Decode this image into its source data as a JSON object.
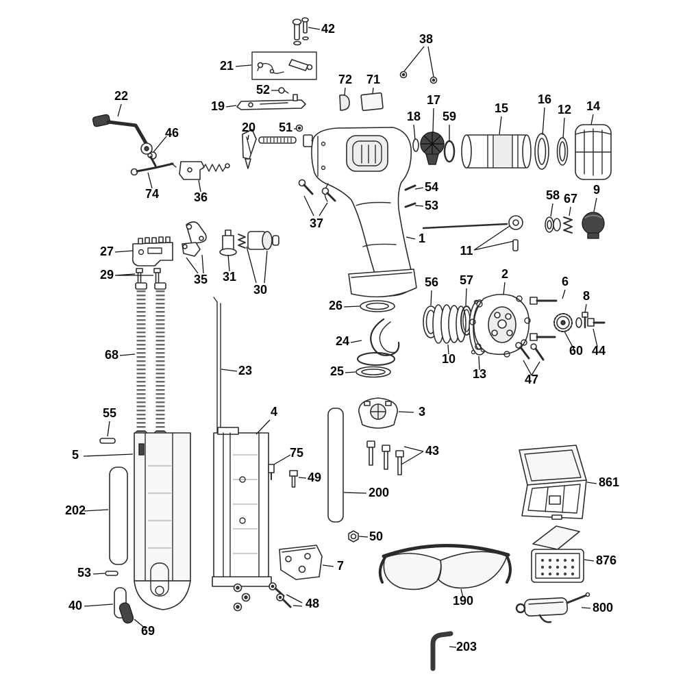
{
  "diagram": {
    "kind": "exploded-parts-diagram",
    "colors": {
      "background": "#ffffff",
      "line": "#2b2b2b",
      "dark_part": "#454545"
    }
  },
  "callouts": [
    {
      "label": "42"
    },
    {
      "label": "38"
    },
    {
      "label": "21"
    },
    {
      "label": "72"
    },
    {
      "label": "71"
    },
    {
      "label": "52"
    },
    {
      "label": "22"
    },
    {
      "label": "19"
    },
    {
      "label": "17"
    },
    {
      "label": "16"
    },
    {
      "label": "12"
    },
    {
      "label": "14"
    },
    {
      "label": "46"
    },
    {
      "label": "20"
    },
    {
      "label": "51"
    },
    {
      "label": "18"
    },
    {
      "label": "59"
    },
    {
      "label": "15"
    },
    {
      "label": "74"
    },
    {
      "label": "36"
    },
    {
      "label": "37"
    },
    {
      "label": "54"
    },
    {
      "label": "53"
    },
    {
      "label": "1"
    },
    {
      "label": "11"
    },
    {
      "label": "58"
    },
    {
      "label": "67"
    },
    {
      "label": "9"
    },
    {
      "label": "27"
    },
    {
      "label": "29"
    },
    {
      "label": "35"
    },
    {
      "label": "31"
    },
    {
      "label": "30"
    },
    {
      "label": "26"
    },
    {
      "label": "56"
    },
    {
      "label": "57"
    },
    {
      "label": "2"
    },
    {
      "label": "6"
    },
    {
      "label": "8"
    },
    {
      "label": "24"
    },
    {
      "label": "10"
    },
    {
      "label": "13"
    },
    {
      "label": "60"
    },
    {
      "label": "44"
    },
    {
      "label": "47"
    },
    {
      "label": "68"
    },
    {
      "label": "23"
    },
    {
      "label": "25"
    },
    {
      "label": "55"
    },
    {
      "label": "4"
    },
    {
      "label": "3"
    },
    {
      "label": "43"
    },
    {
      "label": "5"
    },
    {
      "label": "75"
    },
    {
      "label": "49"
    },
    {
      "label": "200"
    },
    {
      "label": "202"
    },
    {
      "label": "50"
    },
    {
      "label": "7"
    },
    {
      "label": "53"
    },
    {
      "label": "40"
    },
    {
      "label": "48"
    },
    {
      "label": "190"
    },
    {
      "label": "69"
    },
    {
      "label": "861"
    },
    {
      "label": "876"
    },
    {
      "label": "800"
    },
    {
      "label": "203"
    }
  ]
}
